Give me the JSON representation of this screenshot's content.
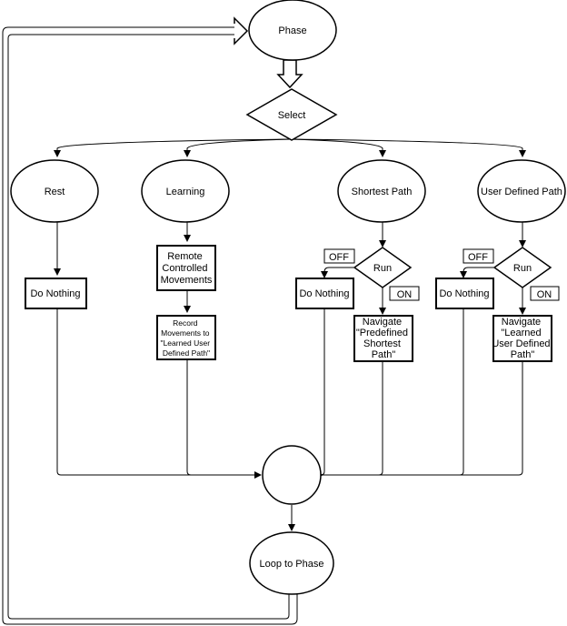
{
  "nodes": {
    "phase": "Phase",
    "select": "Select",
    "rest": "Rest",
    "learning": "Learning",
    "shortest_path": "Shortest Path",
    "user_defined_path": "User Defined Path",
    "rest_do_nothing": "Do Nothing",
    "remote_controlled": [
      "Remote",
      "Controlled",
      "Movements"
    ],
    "record_movements": [
      "Record",
      "Movements to",
      "\"Learned User",
      "Defined Path\""
    ],
    "run_shortest": "Run",
    "run_user": "Run",
    "shortest_do_nothing": "Do Nothing",
    "user_do_nothing": "Do Nothing",
    "navigate_predefined": [
      "Navigate",
      "\"Predefined",
      "Shortest",
      "Path\""
    ],
    "navigate_learned": [
      "Navigate",
      "\"Learned",
      "User Defined",
      "Path\""
    ],
    "merge": "",
    "loop_to_phase": "Loop to Phase"
  },
  "switches": {
    "off_shortest": "OFF",
    "on_shortest": "ON",
    "off_user": "OFF",
    "on_user": "ON"
  },
  "colors": {
    "stroke": "#000000",
    "fill": "#ffffff",
    "background": "#ffffff"
  }
}
